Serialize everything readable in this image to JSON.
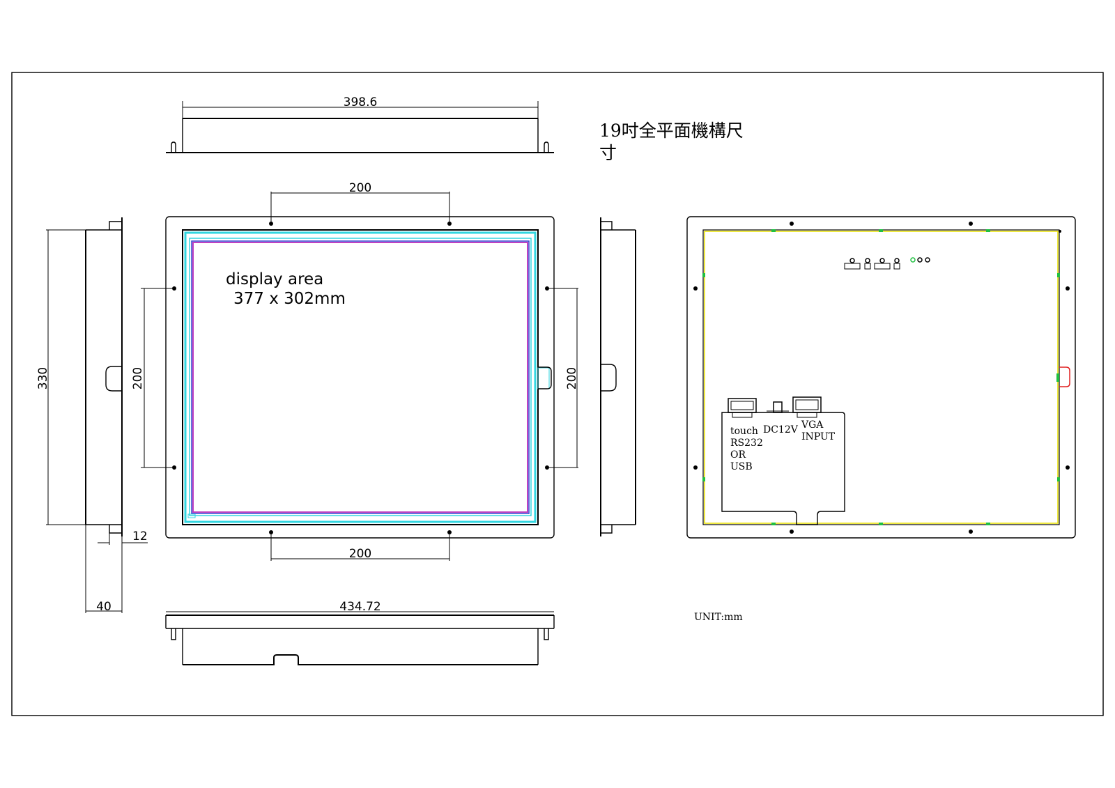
{
  "title": {
    "line1": "19吋全平面機構尺",
    "line2": "寸"
  },
  "unit_label": "UNIT:mm",
  "display_area": {
    "label": "display area",
    "size": "377 x 302mm"
  },
  "dimensions": {
    "top_width": "398.6",
    "bottom_width": "434.72",
    "height": "330",
    "depth": "40",
    "flange": "12",
    "vesa_top": "200",
    "vesa_bottom": "200",
    "vesa_left": "200",
    "vesa_right": "200"
  },
  "connectors": {
    "touch": [
      "touch",
      "RS232",
      "OR",
      "USB"
    ],
    "dc": "DC12V",
    "vga": [
      "VGA",
      "INPUT"
    ]
  },
  "colors": {
    "outline": "#000000",
    "panel_cyan": "#33d6e0",
    "panel_magenta": "#c040c0",
    "panel_blue": "#3040d0",
    "board_yellow": "#e8e000",
    "board_green": "#20c040",
    "board_red": "#e02020"
  }
}
